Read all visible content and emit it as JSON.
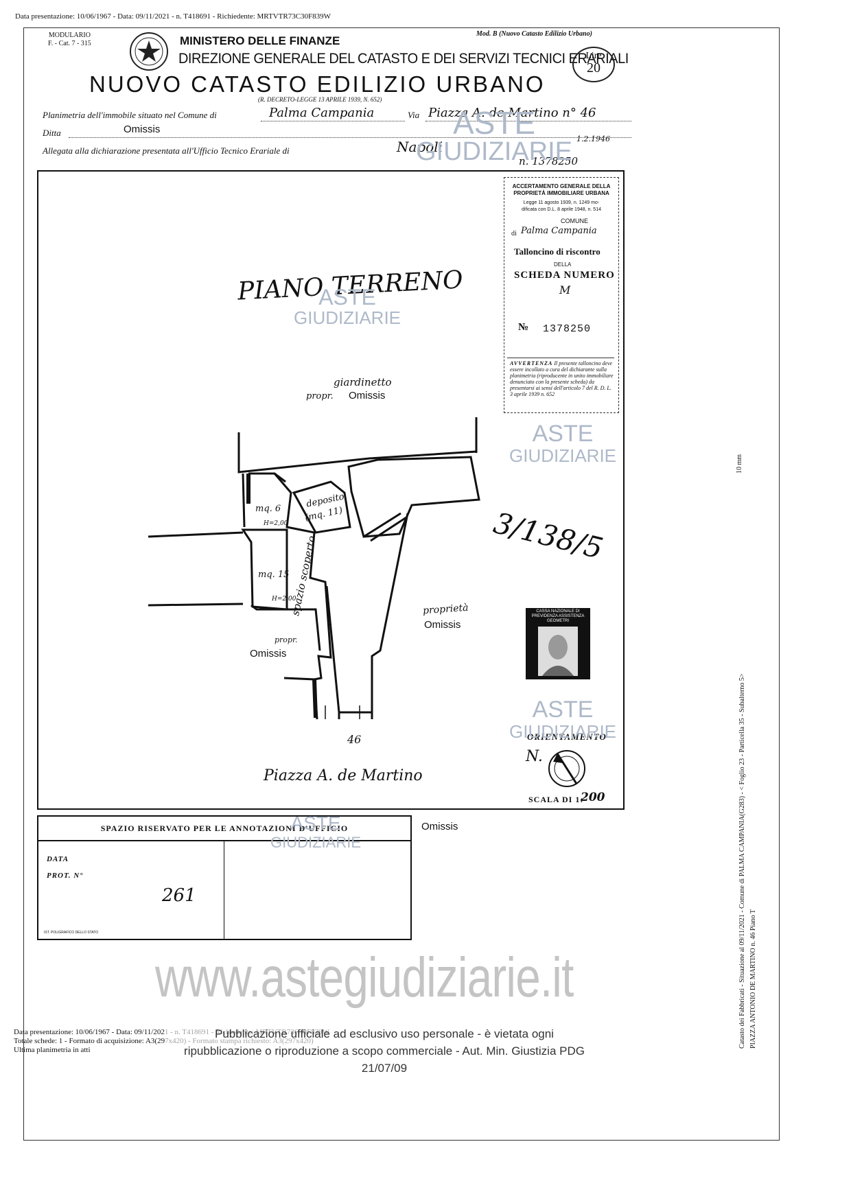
{
  "header": {
    "top_line": "Data presentazione: 10/06/1967 - Data: 09/11/2021 - n. T418691 - Richiedente: MRTVTR73C30F839W",
    "modulario": "MODULARIO",
    "modulario_code": "F. - Cat. 7 - 315",
    "ministry": "MINISTERO DELLE FINANZE",
    "direction": "DIREZIONE GENERALE DEL CATASTO E DEI SERVIZI TECNICI ERARIALI",
    "mod_b": "Mod. B (Nuovo Catasto Edilizio Urbano)",
    "lire_label": "Lire",
    "lire_value": "20",
    "title": "NUOVO CATASTO EDILIZIO URBANO",
    "decree": "(R. DECRETO-LEGGE 13 APRILE 1939, N. 652)"
  },
  "form": {
    "planimetria_label": "Planimetria dell'immobile situato nel Comune di",
    "comune_value": "Palma Campania",
    "via_label": "Via",
    "via_value": "Piazza A. de Martino n° 46",
    "ditta_label": "Ditta",
    "ditta_value": "Omissis",
    "allegata_label": "Allegata alla dichiarazione presentata all'Ufficio Tecnico Erariale di",
    "ufficio_value": "Napoli",
    "numero_value": "n. 1378250",
    "date_value": "1.2.1946"
  },
  "plan": {
    "piano": "PIANO TERRENO",
    "giardinetto": "giardinetto",
    "propr_giardinetto": "propr.",
    "omissis_giardinetto": "Omissis",
    "deposito": "deposito",
    "deposito_mq": "(mq. 11)",
    "room1_mq": "mq. 6",
    "room1_h": "H=2,00",
    "room2_mq": "mq. 15",
    "room2_h": "H=2,00",
    "spazio": "spazio scoperto",
    "proprieta": "proprietà",
    "omissis_proprieta": "Omissis",
    "propr_left": "propr.",
    "omissis_left": "Omissis",
    "civic": "46",
    "handwritten_ref": "3/138/5",
    "piazza": "Piazza A. de Martino",
    "orientamento": "ORIENTAMENTO",
    "north": "N.",
    "scala_label": "SCALA DI 1:",
    "scala_value": "200"
  },
  "tallon": {
    "line1": "ACCERTAMENTO GENERALE DELLA",
    "line2": "PROPRIETÀ IMMOBILIARE URBANA",
    "line3": "Legge 11 agosto 1939, n. 1249 mo-",
    "line4": "dificata con D.L. 8 aprile 1948, n. 514",
    "comune_label": "COMUNE",
    "di": "di",
    "comune_value": "Palma Campania",
    "tagliando": "Talloncino di riscontro",
    "della": "DELLA",
    "scheda": "SCHEDA NUMERO",
    "m": "M",
    "numero_prefix": "№",
    "numero": "1378250",
    "avvertenza_title": "AVVERTENZA",
    "avvertenza_text": "Il presente talloncino deve essere incollato a cura del dichiarante sulla planimetria (riproducente in unito immobiliare denunciato con la presente scheda) da presentarsi ai sensi dell'articolo 7 del R. D. L. 3 aprile 1939 n. 652"
  },
  "stamp": {
    "line1": "CASSA NAZIONALE DI",
    "line2": "PREVIDENZA ASSISTENZA",
    "line3": "GEOMETRI"
  },
  "annotations": {
    "title": "SPAZIO RISERVATO PER LE ANNOTAZIONI D'UFFICIO",
    "data_label": "DATA",
    "prot_label": "PROT. N°",
    "prot_value": "261",
    "omissis": "Omissis",
    "printer": "IST. POLIGRAFICO DELLO STATO"
  },
  "watermarks": {
    "aste": "ASTE",
    "giudiziarie": "GIUDIZIARIE",
    "site": "www.astegiudiziarie.it"
  },
  "footer": {
    "line1": "Data presentazione: 10/06/1967 - Data: 09/11/2021 - n. T418691 - Richiedente: MRTVTR73C30F839W",
    "line2": "Totale schede: 1 - Formato di acquisizione: A3(297x420) - Formato stampa richiesto: A3(297x420)",
    "line3": "Ultima planimetria in atti",
    "notice1": "Pubblicazione ufficiale ad esclusivo uso personale - è vietata ogni",
    "notice2": "ripubblicazione o riproduzione a scopo commerciale - Aut. Min. Giustizia PDG 21/07/09"
  },
  "side": {
    "scale_mark": "10 mm",
    "vertical1": "Catasto dei Fabbricati - Situazione al 09/11/2021 - Comune di PALMA CAMPANIA(G283) - < Foglio 23 - Particella 35 - Subalterno 5>",
    "vertical2": "PIAZZA ANTONIO DE MARTINO n. 46 Piano T"
  }
}
